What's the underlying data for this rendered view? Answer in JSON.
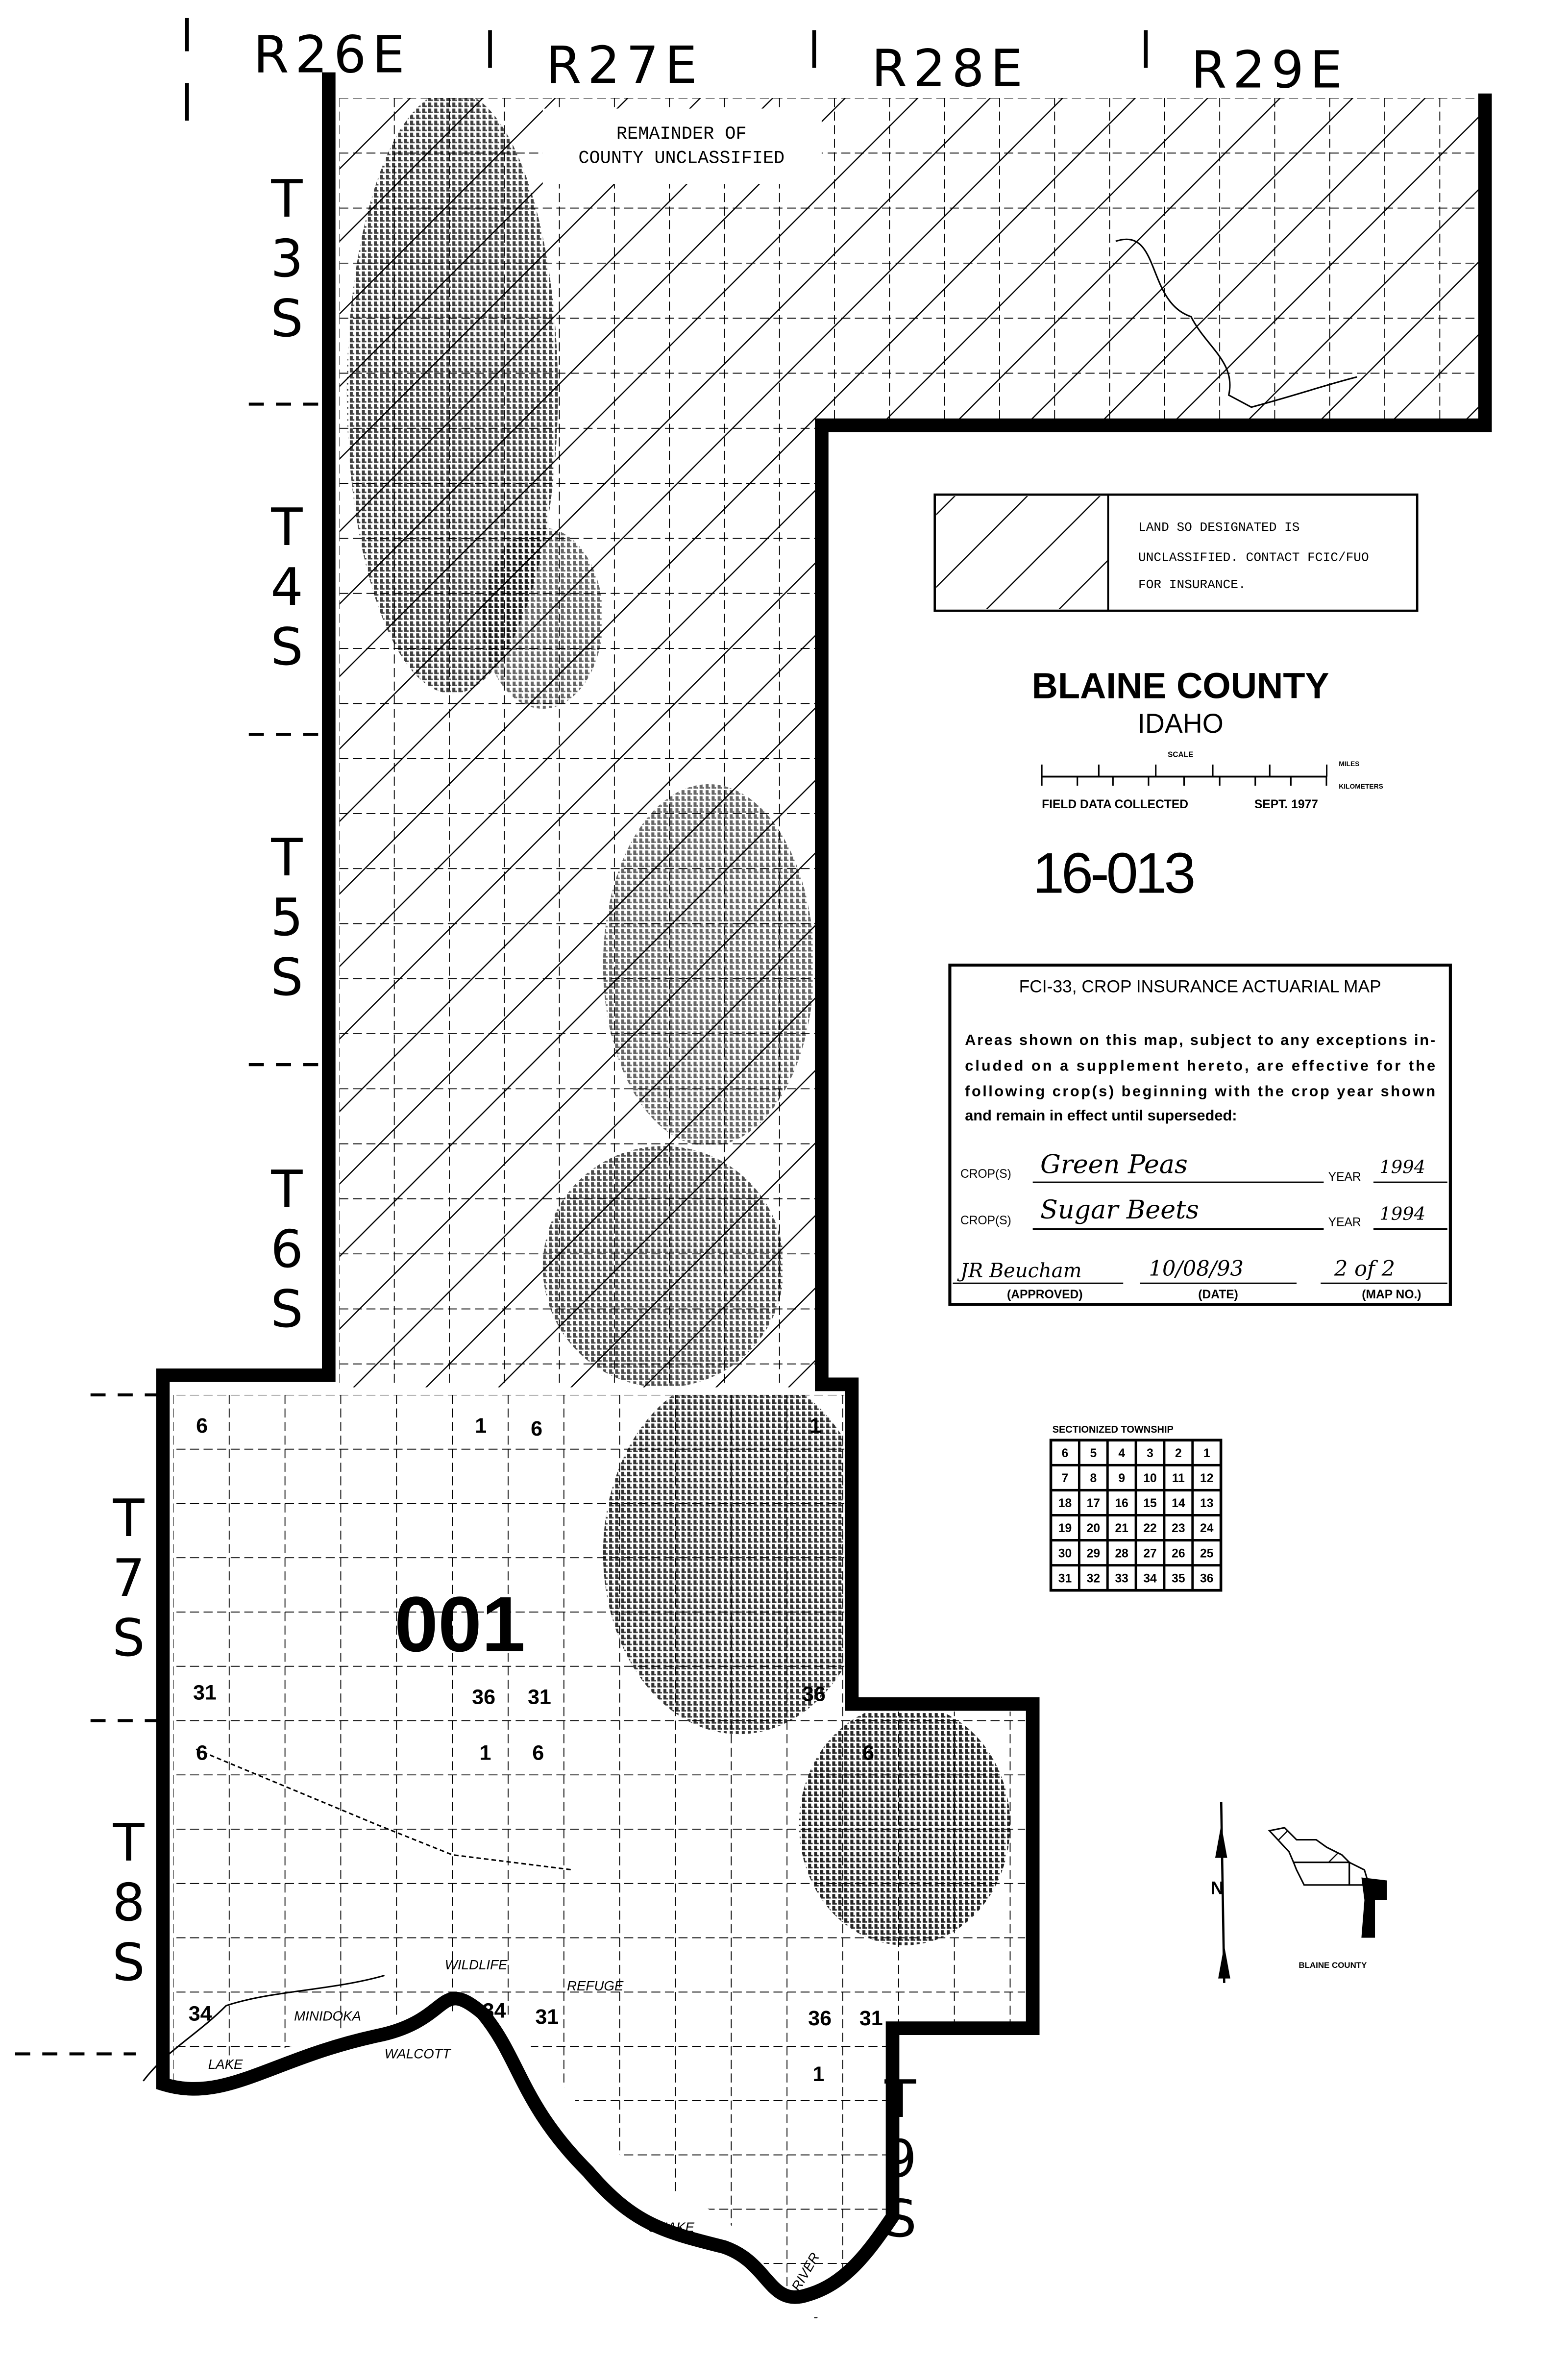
{
  "ranges": [
    "R26E",
    "R27E",
    "R28E",
    "R29E"
  ],
  "townships": [
    "T3S",
    "T4S",
    "T5S",
    "T6S",
    "T7S",
    "T8S",
    "T9S"
  ],
  "remainder_label": {
    "line1": "REMAINDER OF",
    "line2": "COUNTY UNCLASSIFIED"
  },
  "legend": {
    "line1": "LAND SO DESIGNATED IS",
    "line2": "UNCLASSIFIED.  CONTACT FCIC/FUO",
    "line3": "FOR INSURANCE."
  },
  "title": {
    "county": "BLAINE COUNTY",
    "state": "IDAHO"
  },
  "scale": {
    "label": "SCALE",
    "miles_unit": "MILES",
    "km_unit": "KILOMETERS",
    "miles_ticks": [
      "0",
      "1",
      "2",
      "3",
      "4",
      "5"
    ],
    "km_ticks": [
      "0",
      "1",
      "2",
      "3",
      "4",
      "5",
      "6",
      "7",
      "8"
    ],
    "field_data": "FIELD DATA COLLECTED",
    "field_date": "SEPT. 1977"
  },
  "map_code": "16-013",
  "fci": {
    "title": "FCI-33, CROP INSURANCE ACTUARIAL MAP",
    "body": [
      "Areas shown on this map, subject to any exceptions in-",
      "cluded on a supplement hereto, are effective for the",
      "following crop(s) beginning with the crop year shown",
      "and remain in effect until superseded:"
    ],
    "crop_label": "CROP(S)",
    "year_label": "YEAR",
    "crops": [
      {
        "name": "Green Peas",
        "year": "1994"
      },
      {
        "name": "Sugar Beets",
        "year": "1994"
      }
    ],
    "approved_signature": "JR Beucham",
    "date": "10/08/93",
    "map_no": "2 of 2",
    "approved_label": "(APPROVED)",
    "date_label": "(DATE)",
    "map_no_label": "(MAP NO.)"
  },
  "sectionized": {
    "title": "SECTIONIZED TOWNSHIP",
    "rows": [
      [
        "6",
        "5",
        "4",
        "3",
        "2",
        "1"
      ],
      [
        "7",
        "8",
        "9",
        "10",
        "11",
        "12"
      ],
      [
        "18",
        "17",
        "16",
        "15",
        "14",
        "13"
      ],
      [
        "19",
        "20",
        "21",
        "22",
        "23",
        "24"
      ],
      [
        "30",
        "29",
        "28",
        "27",
        "26",
        "25"
      ],
      [
        "31",
        "32",
        "33",
        "34",
        "35",
        "36"
      ]
    ]
  },
  "map": {
    "area_code": "001",
    "section_labels": [
      "6",
      "1",
      "6",
      "1",
      "31",
      "36",
      "31",
      "36",
      "6",
      "1",
      "6",
      "6",
      "34",
      "34",
      "31",
      "36",
      "31",
      "1"
    ],
    "places": [
      "LAKE",
      "WALCOTT",
      "MINIDOKA",
      "WILDLIFE",
      "REFUGE",
      "SNAKE",
      "RIVER"
    ]
  },
  "inset": {
    "label": "BLAINE COUNTY",
    "north": "N"
  }
}
